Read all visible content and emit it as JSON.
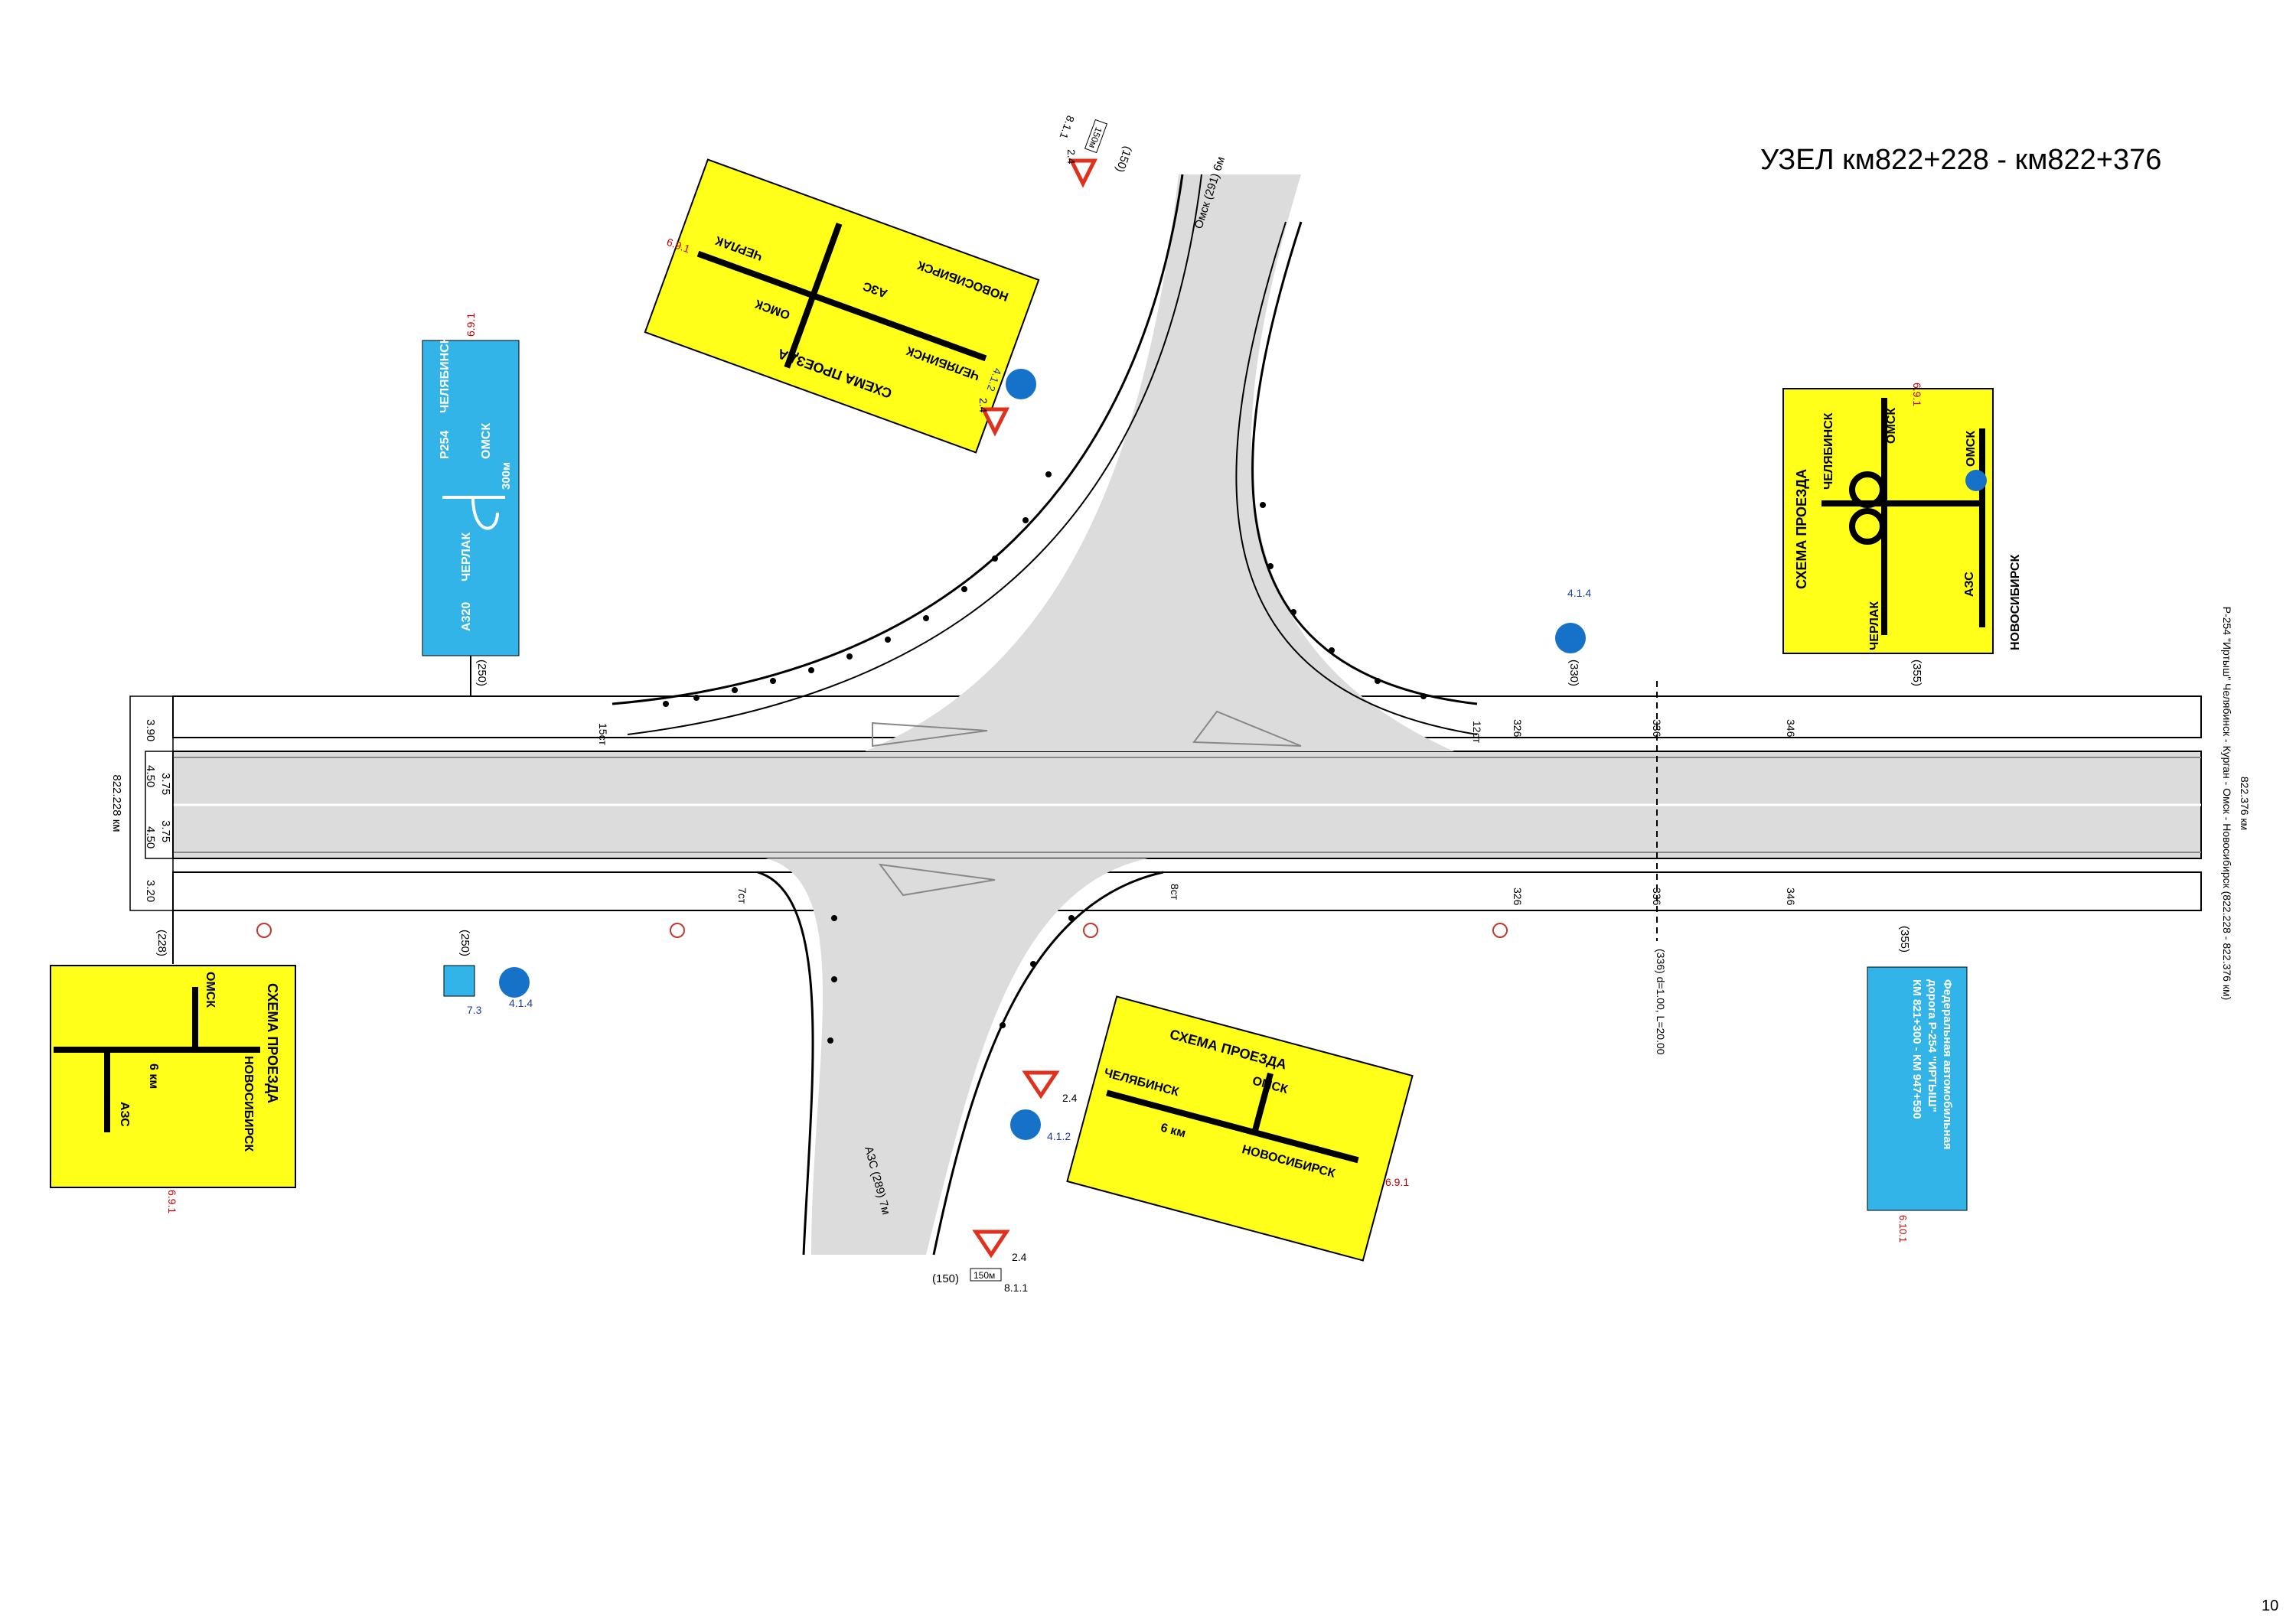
{
  "title": "УЗЕЛ км822+228 - км822+376",
  "page_number": "10",
  "road_label": "Р-254 \"Иртыш\" Челябинск - Курган - Омск - Новосибирск (822.228 - 822.376 км)",
  "km_start": "822.228 км",
  "km_end": "822.376 км",
  "widths": [
    "3.90",
    "4.50",
    "3.75",
    "3.75",
    "4.50",
    "3.20"
  ],
  "ramps": {
    "north": "Омск (291) 6м",
    "south": "АЗС (289) 7м"
  },
  "pickets": {
    "top": [
      "15ст",
      "12ст",
      "326",
      "336",
      "346"
    ],
    "bottom": [
      "7ст",
      "8ст",
      "326",
      "336",
      "346"
    ],
    "culvert": "(336) d=1.00, L=20.00"
  },
  "chainage": {
    "top_left": "(250)",
    "top_mid": "(330)",
    "top_right": "(355)",
    "bottom_left": "(228)",
    "bottom_mid": "(250)",
    "bottom_right": "(355)",
    "north_ramp": "(150)",
    "south_ramp": "(150)"
  },
  "sign_codes": {
    "s691": "6.9.1",
    "s24": "2.4",
    "s412": "4.1.2",
    "s414": "4.1.4",
    "s73": "7.3",
    "s811": "8.1.1",
    "s_info": "6.10.1"
  },
  "plates": {
    "dist150": "150м"
  },
  "signs": {
    "blue": {
      "road1": "Р254",
      "city1": "ЧЕЛЯБИНСК",
      "road2": "А320",
      "city2": "ЧЕРЛАК",
      "city3": "ОМСК",
      "dist": "300м"
    },
    "top_yellow": {
      "title": "СХЕМА ПРОЕЗДА",
      "omsk": "ОМСК",
      "chel": "ЧЕЛЯБИНСК",
      "cherlak": "ЧЕРЛАК",
      "azs": "АЗС",
      "nsk": "НОВОСИБИРСК"
    },
    "right_yellow": {
      "title": "СХЕМА ПРОЕЗДА",
      "chel": "ЧЕЛЯБИНСК",
      "omsk1": "ОМСК",
      "omsk2": "ОМСК",
      "cherlak": "ЧЕРЛАК",
      "azs": "АЗС",
      "nsk": "НОВОСИБИРСК"
    },
    "left_yellow": {
      "title": "СХЕМА ПРОЕЗДА",
      "omsk": "ОМСК",
      "nsk": "НОВОСИБИРСК",
      "dist": "6 км",
      "azs": "АЗС"
    },
    "bottom_yellow": {
      "title": "СХЕМА ПРОЕЗДА",
      "omsk": "ОМСК",
      "chel": "ЧЕЛЯБИНСК",
      "dist": "6 км",
      "nsk": "НОВОСИБИРСК"
    },
    "info": {
      "title1": "Федеральная автомобильная",
      "title2": "дорога Р-254 \"ИРТЫШ\"",
      "km": "КМ 821+300 - КМ 947+590"
    }
  },
  "colors": {
    "yellow": "#ffff1a",
    "blue_sign": "#33b4e8",
    "road": "#dcdcdc",
    "sign_blue_circle": "#1671c8",
    "triangle_red": "#e0301e"
  }
}
